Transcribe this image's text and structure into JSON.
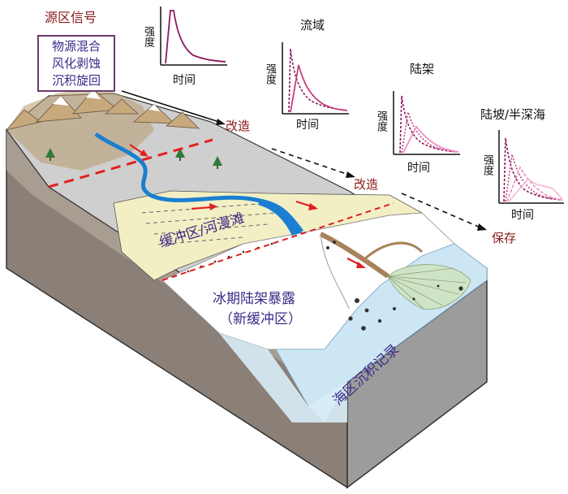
{
  "source": {
    "title": "源区信号",
    "processes": [
      "物源混合",
      "风化剥蚀",
      "沉积旋回"
    ]
  },
  "stages": {
    "basin": "流域",
    "shelf": "陆架",
    "slope": "陆坡/半深海"
  },
  "axes": {
    "y_label": "强度",
    "x_label": "时间"
  },
  "transforms": {
    "first": "改造",
    "second": "改造",
    "preserve": "保存"
  },
  "zones": {
    "buffer": "缓冲区/河漫滩",
    "glacial_line1": "冰期陆架暴露",
    "glacial_line2": "（新缓冲区）",
    "marine": "海区沉积记录"
  },
  "colors": {
    "signal_dark": "#8b1a5e",
    "signal_mid": "#c2407f",
    "signal_light": "#f08cc0",
    "river": "#1a7fd0",
    "sea": "#cde6f4",
    "buffer_fill": "#f3efc4",
    "arrow_red": "#e02020"
  }
}
